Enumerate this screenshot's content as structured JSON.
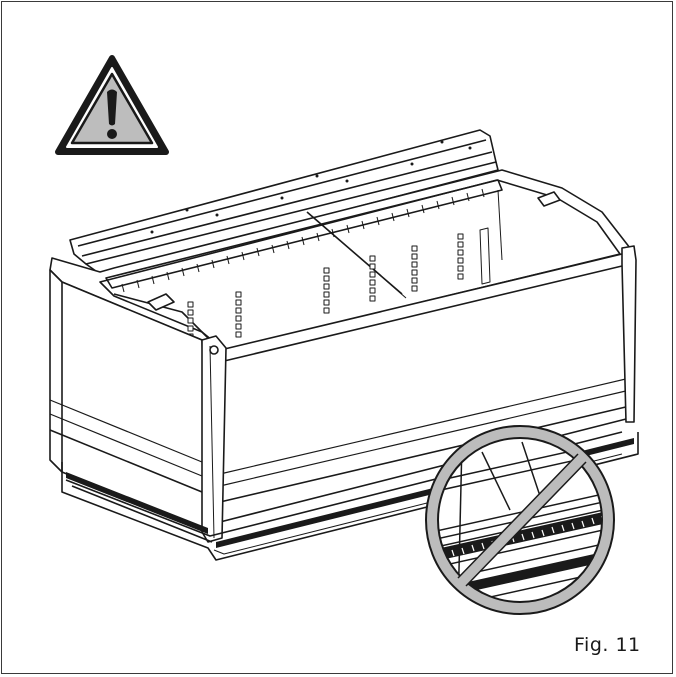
{
  "figure": {
    "label": "Fig. 11"
  },
  "icons": {
    "warning": "warning-triangle-exclamation",
    "prohibition": "prohibition-circle-slash"
  },
  "colors": {
    "line": "#1a1a1a",
    "warning_fill": "#bdbdbd",
    "warning_border": "#1a1a1a",
    "prohibition_ring": "#bcbcbc"
  }
}
